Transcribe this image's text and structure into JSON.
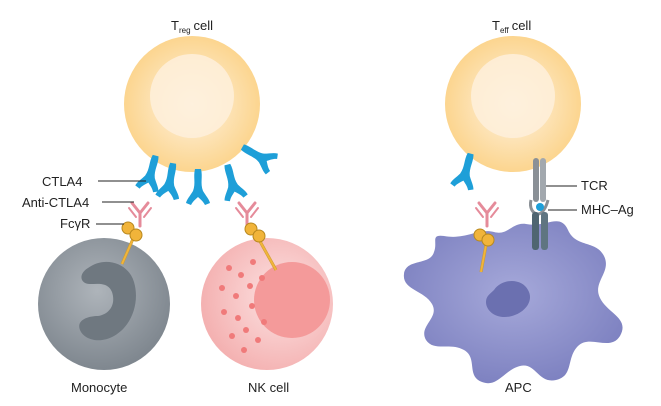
{
  "labels": {
    "treg_main": "T",
    "treg_sub": "reg",
    "teff_main": "T",
    "teff_sub": "eff",
    "cell_word": "cell",
    "ctla4": "CTLA4",
    "anti_ctla4": "Anti-CTLA4",
    "fcgr": "FcγR",
    "tcr": "TCR",
    "mhc_ag": "MHC–Ag",
    "monocyte": "Monocyte",
    "nk_cell": "NK cell",
    "apc": "APC"
  },
  "colors": {
    "t_cell_outer": "#FBD38D",
    "t_cell_inner": "#FEF0DC",
    "ctla4": "#1E9FD8",
    "antibody": "#E58B9A",
    "fc_receptor": "#F1B43A",
    "monocyte": "#8E969E",
    "monocyte_nucleus": "#6F7880",
    "nk_cell": "#F7C3C3",
    "nk_nucleus": "#F49A9A",
    "nk_granule": "#F07A7A",
    "apc": "#8C90C8",
    "apc_nucleus": "#6B70B0",
    "tcr": "#8A9096",
    "mhc": "#4F6571"
  }
}
